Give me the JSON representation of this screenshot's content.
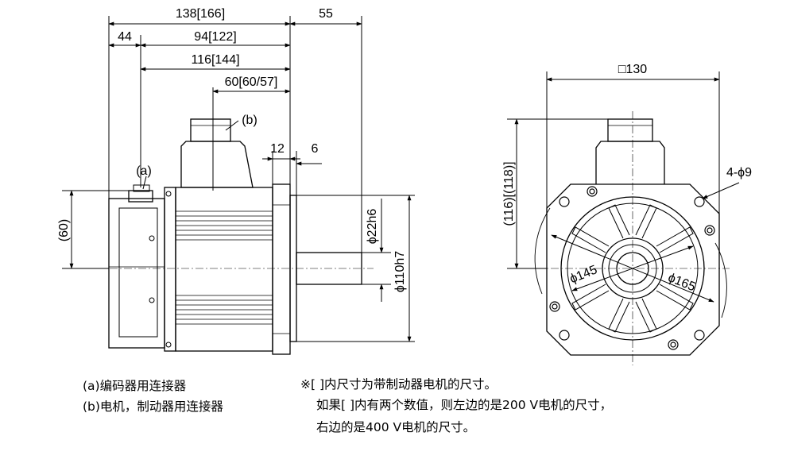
{
  "side_view": {
    "dims": {
      "total_length": "138[166]",
      "shaft_length": "55",
      "encoder_offset": "44",
      "body_length": "94[122]",
      "connector_to_flange": "116[144]",
      "brake_connector_to_flange": "60[60/57]",
      "flange_thickness": "12",
      "spigot_depth": "6",
      "connector_height": "(60)",
      "shaft_diameter": "ϕ22h6",
      "spigot_diameter": "ϕ110h7"
    },
    "callouts": {
      "encoder_connector": "(a)",
      "brake_connector": "(b)"
    }
  },
  "front_view": {
    "dims": {
      "flange_square": "□130",
      "height": "(116)[(118)]",
      "mount_holes": "4-ϕ9",
      "pilot_circle": "ϕ145",
      "bolt_circle": "ϕ165"
    }
  },
  "legend": {
    "a": "(a)编码器用连接器",
    "b": "(b)电机，制动器用连接器"
  },
  "footnote": {
    "line1": "※[ ]内尺寸为带制动器电机的尺寸。",
    "line2": "如果[ ]内有两个数值，则左边的是200 V电机的尺寸，",
    "line3": "右边的是400 V电机的尺寸。"
  }
}
